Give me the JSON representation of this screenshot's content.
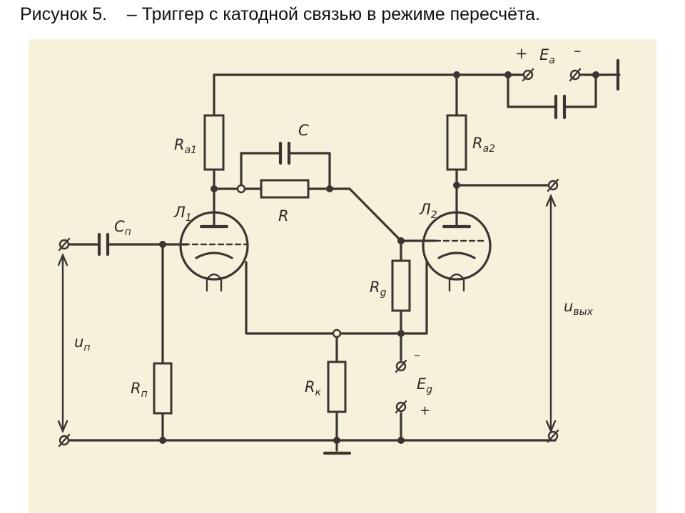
{
  "title": "Рисунок 5.    – Триггер с катодной связью в режиме пересчёта.",
  "labels": {
    "ra1": "R",
    "ra1_sub": "a1",
    "ra2": "R",
    "ra2_sub": "a2",
    "c": "C",
    "r": "R",
    "l1": "Л",
    "l1_sub": "1",
    "l2": "Л",
    "l2_sub": "2",
    "cn": "C",
    "cn_sub": "п",
    "rg": "R",
    "rg_sub": "g",
    "rk": "R",
    "rk_sub": "к",
    "rn": "R",
    "rn_sub": "п",
    "un": "u",
    "un_sub": "п",
    "uout": "u",
    "uout_sub": "вых",
    "ea": "E",
    "ea_sub": "a",
    "ea_plus": "+",
    "ea_minus": "–",
    "eg": "E",
    "eg_sub": "g",
    "eg_minus": "–",
    "eg_plus": "+"
  }
}
